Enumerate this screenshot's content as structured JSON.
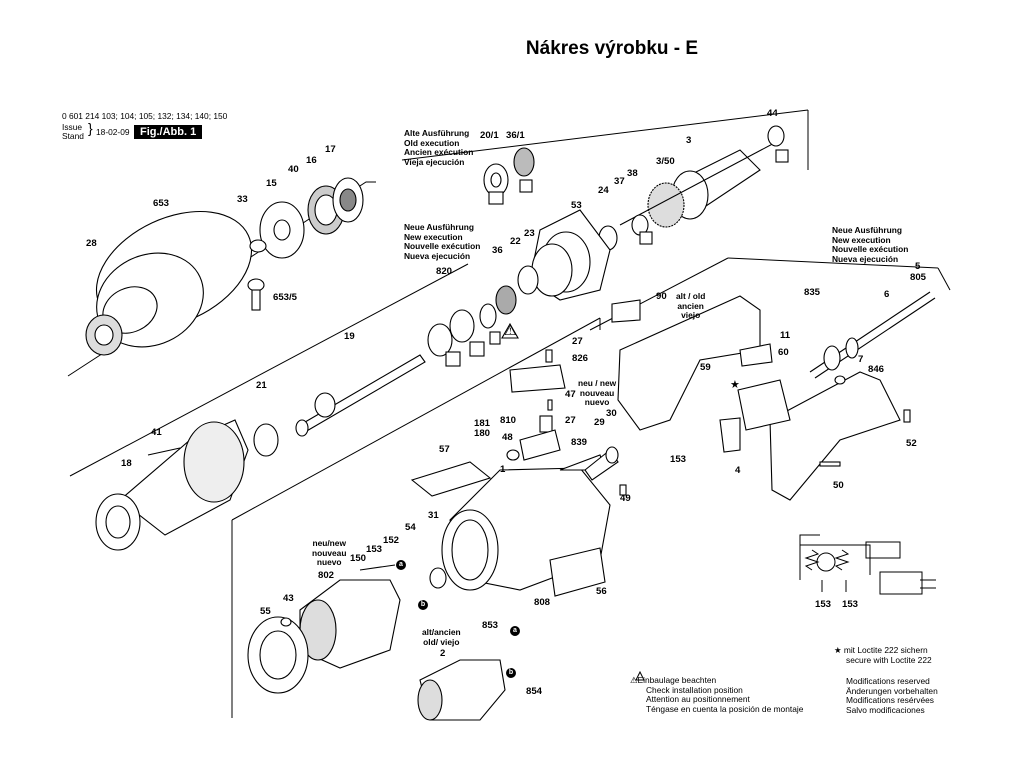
{
  "title": "Nákres výrobku - E",
  "header": {
    "model_numbers": "0 601 214 103; 104; 105; 132; 134; 140; 150",
    "issue_label": "Issue",
    "stand_label": "Stand",
    "date": "18-02-09",
    "fig_label": "Fig./Abb. 1"
  },
  "old_execution": [
    "Alte Ausführung",
    "Old execution",
    "Ancien exécution",
    "Vieja ejecución"
  ],
  "new_execution_left": [
    "Neue Ausführung",
    "New execution",
    "Nouvelle exécution",
    "Nueva ejecución"
  ],
  "new_execution_right": [
    "Neue Ausführung",
    "New execution",
    "Nouvelle exécution",
    "Nueva ejecución"
  ],
  "alt_old": [
    "alt / old",
    "ancien",
    "viejo"
  ],
  "neu_new_1": [
    "neu / new",
    "nouveau",
    "nuevo"
  ],
  "neu_new_2": [
    "neu/new",
    "nouveau",
    "nuevo"
  ],
  "alt_ancien": [
    "alt/ancien",
    "old/ viejo"
  ],
  "part_numbers": {
    "p653": "653",
    "p28": "28",
    "p33": "33",
    "p15": "15",
    "p40": "40",
    "p16": "16",
    "p17": "17",
    "p653_5": "653/5",
    "p19": "19",
    "p21": "21",
    "p41": "41",
    "p18": "18",
    "p20_1": "20/1",
    "p36_1": "36/1",
    "p3": "3",
    "p3_50": "3/50",
    "p44": "44",
    "p24": "24",
    "p37": "37",
    "p38": "38",
    "p53": "53",
    "p22": "22",
    "p23": "23",
    "p36": "36",
    "p820": "820",
    "p90": "90",
    "p835": "835",
    "p5": "5",
    "p805": "805",
    "p6": "6",
    "p11": "11",
    "p60": "60",
    "p59": "59",
    "p7": "7",
    "p846": "846",
    "p52": "52",
    "p27a": "27",
    "p826": "826",
    "p47": "47",
    "p810": "810",
    "p27b": "27",
    "p839": "839",
    "p181": "181",
    "p180": "180",
    "p48": "48",
    "p29": "29",
    "p30": "30",
    "p57": "57",
    "p1": "1",
    "p49": "49",
    "p153a": "153",
    "p4": "4",
    "p50": "50",
    "p31": "31",
    "p54": "54",
    "p152": "152",
    "p153b": "153",
    "p150": "150",
    "p802": "802",
    "p43": "43",
    "p55": "55",
    "p808": "808",
    "p56": "56",
    "p853": "853",
    "p2": "2",
    "p854": "854",
    "p153c": "153",
    "p153d": "153"
  },
  "circle_labels": {
    "a": "a",
    "b": "b"
  },
  "warning_notes": [
    "Einbaulage beachten",
    "Check installation position",
    "Attention au positionnement",
    "Téngase en cuenta la posición de montaje"
  ],
  "loctite_notes": [
    "mit Loctite 222 sichern",
    "secure with Loctite 222"
  ],
  "modifications": [
    "Modifications reserved",
    "Änderungen vorbehalten",
    "Modifications resérvées",
    "Salvo modificaciones"
  ],
  "colors": {
    "line": "#000000",
    "bg": "#ffffff",
    "fig_box": "#000000"
  }
}
